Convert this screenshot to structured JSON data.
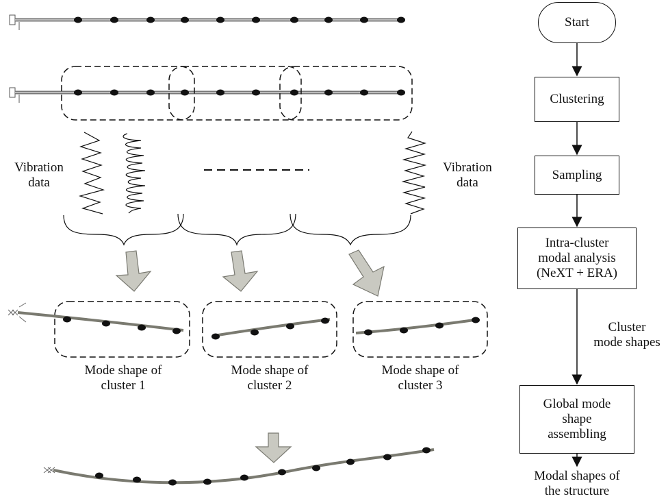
{
  "labels": {
    "vibration_left": [
      "Vibration",
      "data"
    ],
    "vibration_right": [
      "Vibration",
      "data"
    ],
    "cluster1": [
      "Mode shape of",
      "cluster 1"
    ],
    "cluster2": [
      "Mode shape of",
      "cluster 2"
    ],
    "cluster3": [
      "Mode shape of",
      "cluster 3"
    ]
  },
  "flowchart": {
    "start": "Start",
    "clustering": "Clustering",
    "sampling": "Sampling",
    "intra": [
      "Intra-cluster",
      "modal analysis",
      "(NeXT + ERA)"
    ],
    "edge_label": [
      "Cluster",
      "mode shapes"
    ],
    "global": [
      "Global mode",
      "shape",
      "assembling"
    ],
    "result": [
      "Modal shapes of",
      "the structure"
    ]
  },
  "colors": {
    "ink": "#111111",
    "beam": "#8a8a80",
    "arrow_fill": "#c9c9c1",
    "arrow_stroke": "#7a7a72"
  }
}
